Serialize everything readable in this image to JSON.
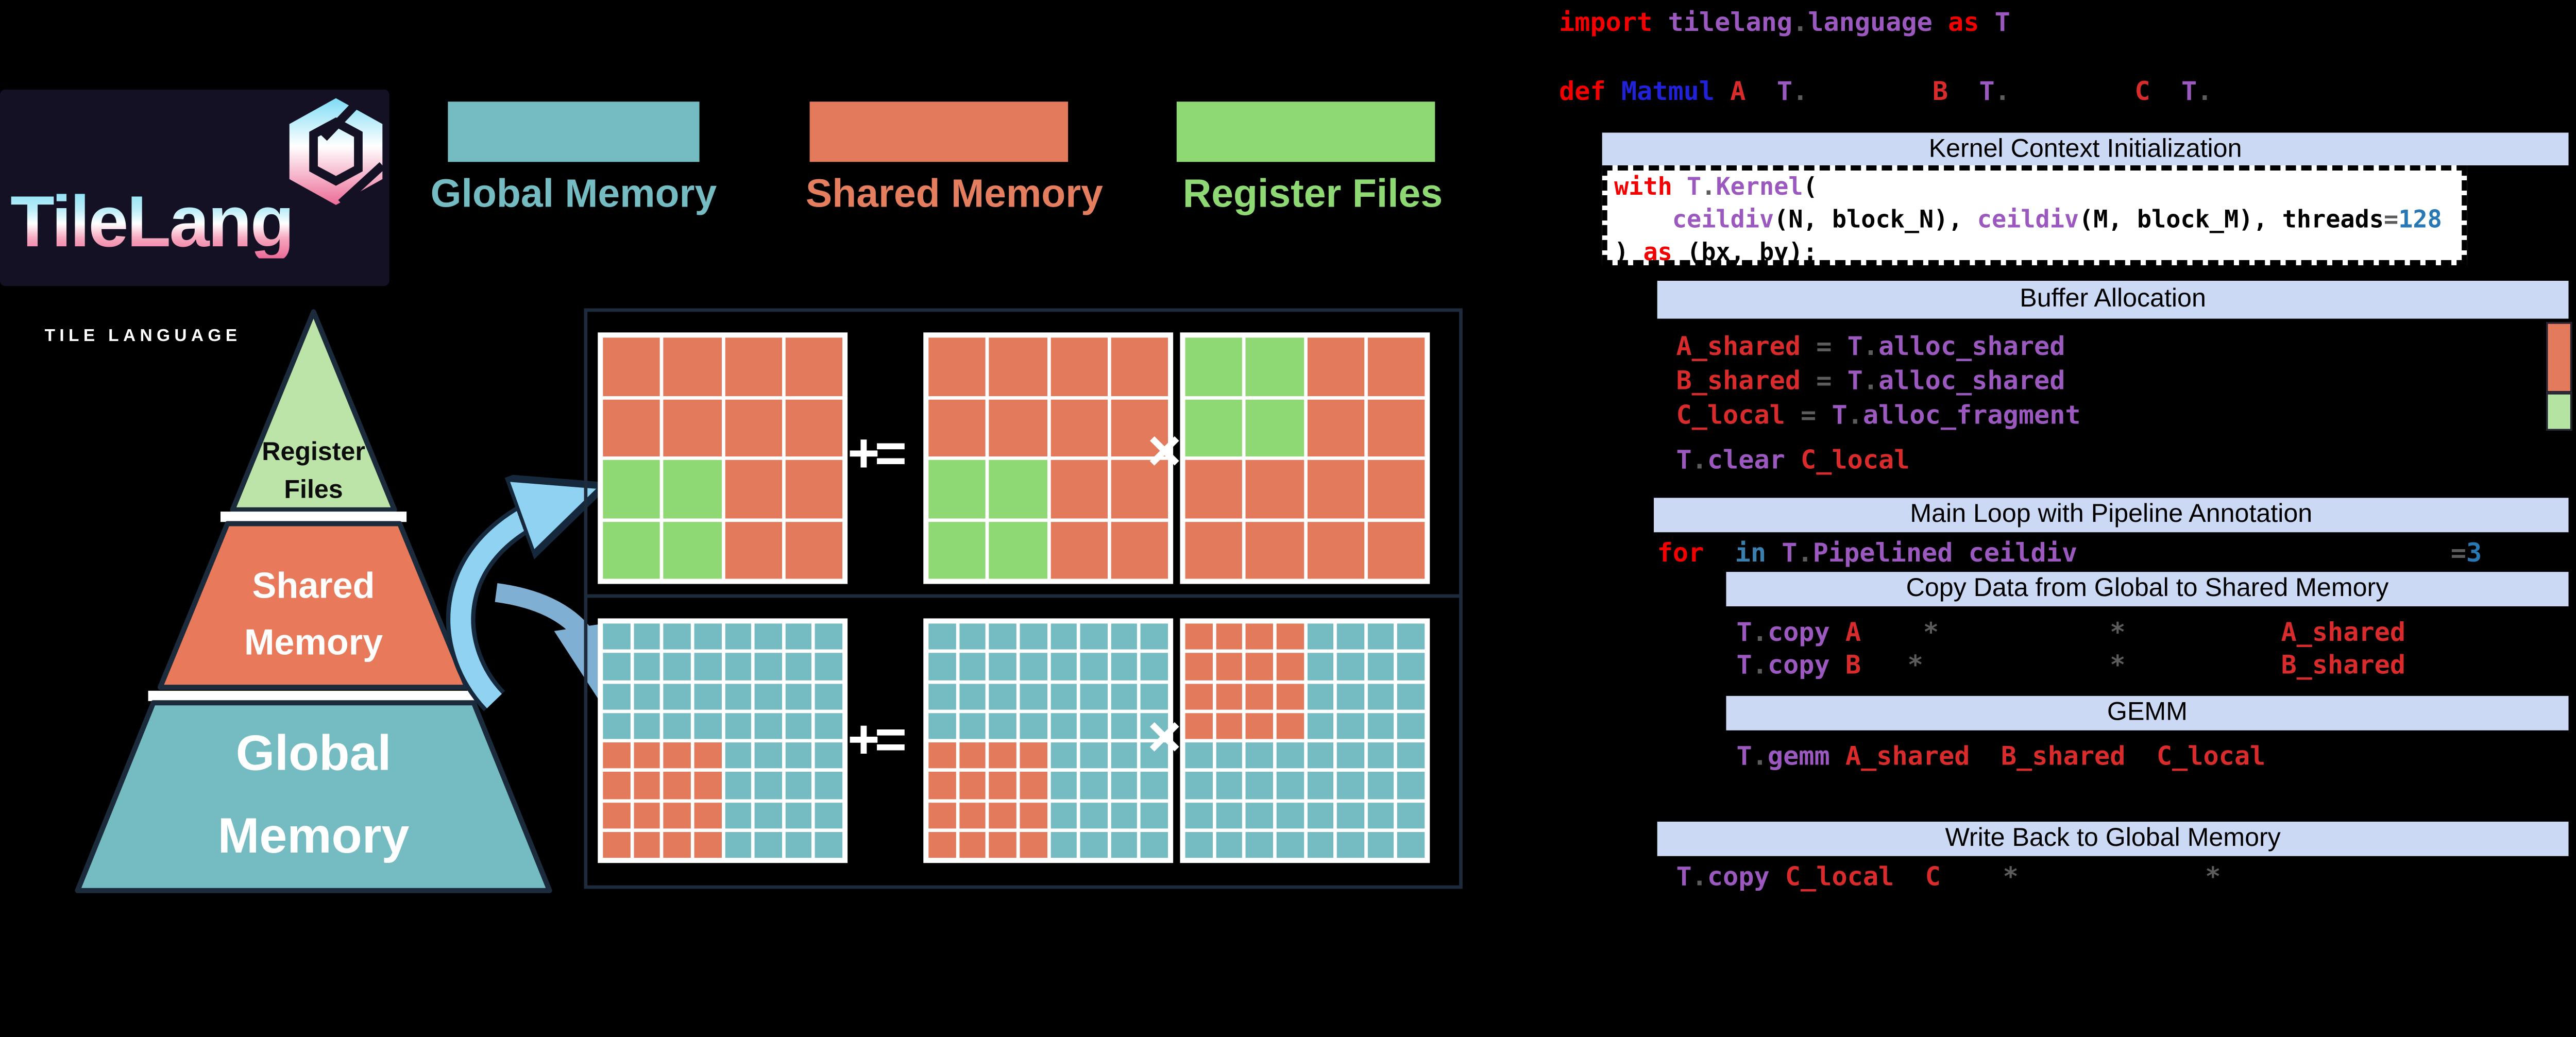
{
  "colors": {
    "global_teal": "#74bcc2",
    "shared_orange": "#e27a5b",
    "register_green": "#8ed973",
    "pyramid_green": "#bce3a8",
    "band_blue": "#ccd9f4",
    "arrow_light": "#8fd2f2",
    "arrow_steel": "#7fafd3",
    "navy_outline": "#1c2b3b",
    "logo_bg": "#151124",
    "keyword_red": "#f50000",
    "identifier_red": "#d92b2b",
    "function_purple": "#9b59c0",
    "number_blue": "#2878b5"
  },
  "logo": {
    "title": "TileLang",
    "subtitle": "TILE LANGUAGE",
    "icon": "cube-icon"
  },
  "legend": {
    "items": [
      {
        "label": "Global Memory",
        "color": "#74bcc2"
      },
      {
        "label": "Shared Memory",
        "color": "#e27a5b"
      },
      {
        "label": "Register Files",
        "color": "#8ed973"
      }
    ]
  },
  "pyramid": {
    "levels": [
      {
        "line1": "Register",
        "line2": "Files",
        "color": "#bce3a8"
      },
      {
        "line1": "Shared",
        "line2": "Memory",
        "color": "#e8795a"
      },
      {
        "line1": "Global",
        "line2": "Memory",
        "color": "#74bcc2"
      }
    ]
  },
  "matrix": {
    "cell_colors": {
      "o": "#e27a5b",
      "g": "#8ed973",
      "t": "#74bcc2"
    },
    "plus_equals": "+=",
    "times": "×",
    "rows": [
      {
        "grids": [
          [
            "oooo",
            "oooo",
            "ggoo",
            "ggoo"
          ],
          [
            "oooo",
            "oooo",
            "ggoo",
            "ggoo"
          ],
          [
            "ggoo",
            "ggoo",
            "oooo",
            "oooo"
          ]
        ]
      },
      {
        "grids": [
          [
            "tttttttt",
            "tttttttt",
            "tttttttt",
            "tttttttt",
            "ooootttt",
            "ooootttt",
            "ooootttt",
            "ooootttt"
          ],
          [
            "tttttttt",
            "tttttttt",
            "tttttttt",
            "tttttttt",
            "ooootttt",
            "ooootttt",
            "ooootttt",
            "ooootttt"
          ],
          [
            "ooootttt",
            "ooootttt",
            "ooootttt",
            "ooootttt",
            "tttttttt",
            "tttttttt",
            "tttttttt",
            "tttttttt"
          ]
        ]
      }
    ]
  },
  "code": {
    "headers": {
      "kernel": "Kernel Context Initialization",
      "buffer": "Buffer Allocation",
      "mainloop": "Main Loop with Pipeline Annotation",
      "copy": "Copy Data from Global to Shared Memory",
      "gemm": "GEMM",
      "writeback": "Write Back to Global Memory"
    },
    "lines": {
      "import": [
        [
          "kw",
          "import "
        ],
        [
          "fn",
          "tilelang"
        ],
        [
          "op",
          "."
        ],
        [
          "fn",
          "language"
        ],
        [
          "pre",
          " "
        ],
        [
          "kw",
          "as"
        ],
        [
          "pre",
          " "
        ],
        [
          "fn",
          "T"
        ]
      ],
      "def": [
        [
          "kw",
          "def "
        ],
        [
          "blue",
          "Matmul "
        ],
        [
          "id",
          "A "
        ],
        [
          "pre",
          " "
        ],
        [
          "fn",
          "T"
        ],
        [
          "op",
          "."
        ],
        [
          "pre",
          "        "
        ],
        [
          "id",
          "B "
        ],
        [
          "pre",
          " "
        ],
        [
          "fn",
          "T"
        ],
        [
          "op",
          "."
        ],
        [
          "pre",
          "        "
        ],
        [
          "id",
          "C "
        ],
        [
          "pre",
          " "
        ],
        [
          "fn",
          "T"
        ],
        [
          "op",
          "."
        ]
      ],
      "with1": [
        [
          "kw",
          "with "
        ],
        [
          "fn",
          "T"
        ],
        [
          "op",
          "."
        ],
        [
          "fn",
          "Kernel"
        ],
        [
          "plain",
          "("
        ]
      ],
      "with2": [
        [
          "pre",
          "    "
        ],
        [
          "fn",
          "ceildiv"
        ],
        [
          "plain",
          "(N, block_N), "
        ],
        [
          "fn",
          "ceildiv"
        ],
        [
          "plain",
          "(M, block_M), threads"
        ],
        [
          "op",
          "="
        ],
        [
          "num",
          "128"
        ]
      ],
      "with3": [
        [
          "plain",
          ") "
        ],
        [
          "kw",
          "as "
        ],
        [
          "plain",
          "(bx, by):"
        ]
      ],
      "allocA": [
        [
          "id",
          "A_shared "
        ],
        [
          "op",
          "= "
        ],
        [
          "fn",
          "T"
        ],
        [
          "op",
          "."
        ],
        [
          "fn",
          "alloc_shared"
        ]
      ],
      "allocB": [
        [
          "id",
          "B_shared "
        ],
        [
          "op",
          "= "
        ],
        [
          "fn",
          "T"
        ],
        [
          "op",
          "."
        ],
        [
          "fn",
          "alloc_shared"
        ]
      ],
      "allocC": [
        [
          "id",
          "C_local "
        ],
        [
          "op",
          "= "
        ],
        [
          "fn",
          "T"
        ],
        [
          "op",
          "."
        ],
        [
          "fn",
          "alloc_fragment"
        ]
      ],
      "clear": [
        [
          "fn",
          "T"
        ],
        [
          "op",
          "."
        ],
        [
          "fn",
          "clear "
        ],
        [
          "id",
          "C_local"
        ]
      ],
      "for": [
        [
          "kw",
          "for"
        ],
        [
          "pre",
          "  "
        ],
        [
          "kw2",
          "in "
        ],
        [
          "fn",
          "T"
        ],
        [
          "op",
          "."
        ],
        [
          "fn",
          "Pipelined "
        ],
        [
          "fn",
          "ceildiv"
        ],
        [
          "pre",
          "                        "
        ],
        [
          "op",
          "="
        ],
        [
          "num",
          "3"
        ]
      ],
      "copyA": [
        [
          "fn",
          "T"
        ],
        [
          "op",
          "."
        ],
        [
          "fn",
          "copy "
        ],
        [
          "id",
          "A"
        ],
        [
          "pre",
          "    "
        ],
        [
          "op",
          "*"
        ],
        [
          "pre",
          "           "
        ],
        [
          "op",
          "*"
        ],
        [
          "pre",
          "          "
        ],
        [
          "id",
          "A_shared"
        ]
      ],
      "copyB": [
        [
          "fn",
          "T"
        ],
        [
          "op",
          "."
        ],
        [
          "fn",
          "copy "
        ],
        [
          "id",
          "B"
        ],
        [
          "pre",
          "   "
        ],
        [
          "op",
          "*"
        ],
        [
          "pre",
          "            "
        ],
        [
          "op",
          "*"
        ],
        [
          "pre",
          "          "
        ],
        [
          "id",
          "B_shared"
        ]
      ],
      "gemm": [
        [
          "fn",
          "T"
        ],
        [
          "op",
          "."
        ],
        [
          "fn",
          "gemm "
        ],
        [
          "id",
          "A_shared"
        ],
        [
          "pre",
          "  "
        ],
        [
          "id",
          "B_shared"
        ],
        [
          "pre",
          "  "
        ],
        [
          "id",
          "C_local"
        ]
      ],
      "copyC": [
        [
          "fn",
          "T"
        ],
        [
          "op",
          "."
        ],
        [
          "fn",
          "copy "
        ],
        [
          "id",
          "C_local"
        ],
        [
          "pre",
          "  "
        ],
        [
          "id",
          "C"
        ],
        [
          "pre",
          "    "
        ],
        [
          "op",
          "*"
        ],
        [
          "pre",
          "            "
        ],
        [
          "op",
          "*"
        ]
      ]
    }
  }
}
